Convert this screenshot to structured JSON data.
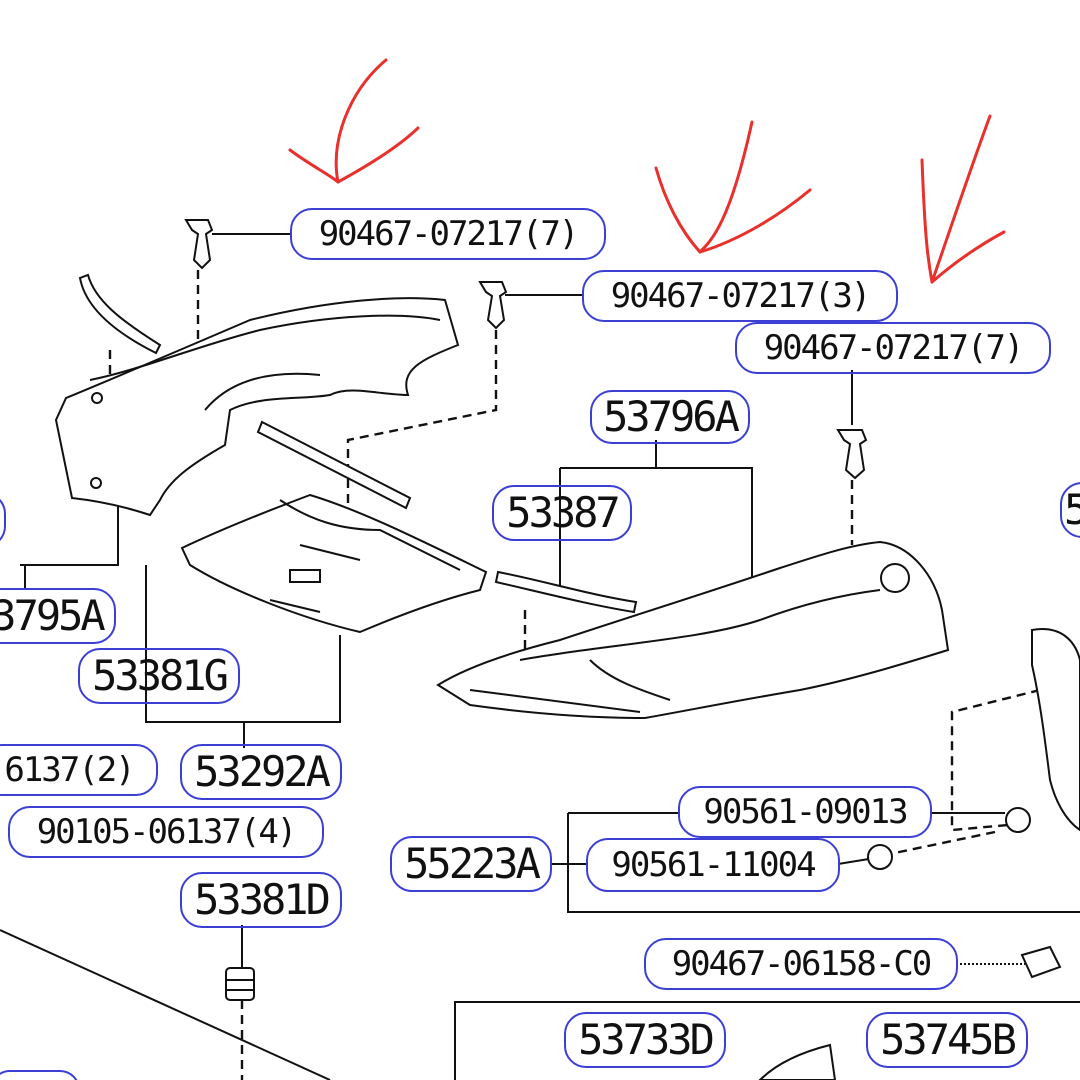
{
  "labels": {
    "clip_top_left": "90467-07217(7)",
    "clip_top_mid": "90467-07217(3)",
    "clip_top_right": "90467-07217(7)",
    "p53796a": "53796A",
    "p53387": "53387",
    "p53795a": "3795A",
    "p53381g": "53381G",
    "p6137_2": "6137(2)",
    "p53292a": "53292A",
    "p90105": "90105-06137(4)",
    "p53381d": "53381D",
    "p55223a": "55223A",
    "p90561_09013": "90561-09013",
    "p90561_11004": "90561-11004",
    "p90467_06158": "90467-06158-C0",
    "p53733d": "53733D",
    "p53745b": "53745B",
    "edge_right": "5"
  },
  "colors": {
    "label_border": "#3b3fd4",
    "annotation": "#e8302c",
    "line": "#111111"
  },
  "icons": [
    "clip-icon",
    "nut-icon",
    "grommet-icon",
    "arrow-annotation-icon"
  ]
}
